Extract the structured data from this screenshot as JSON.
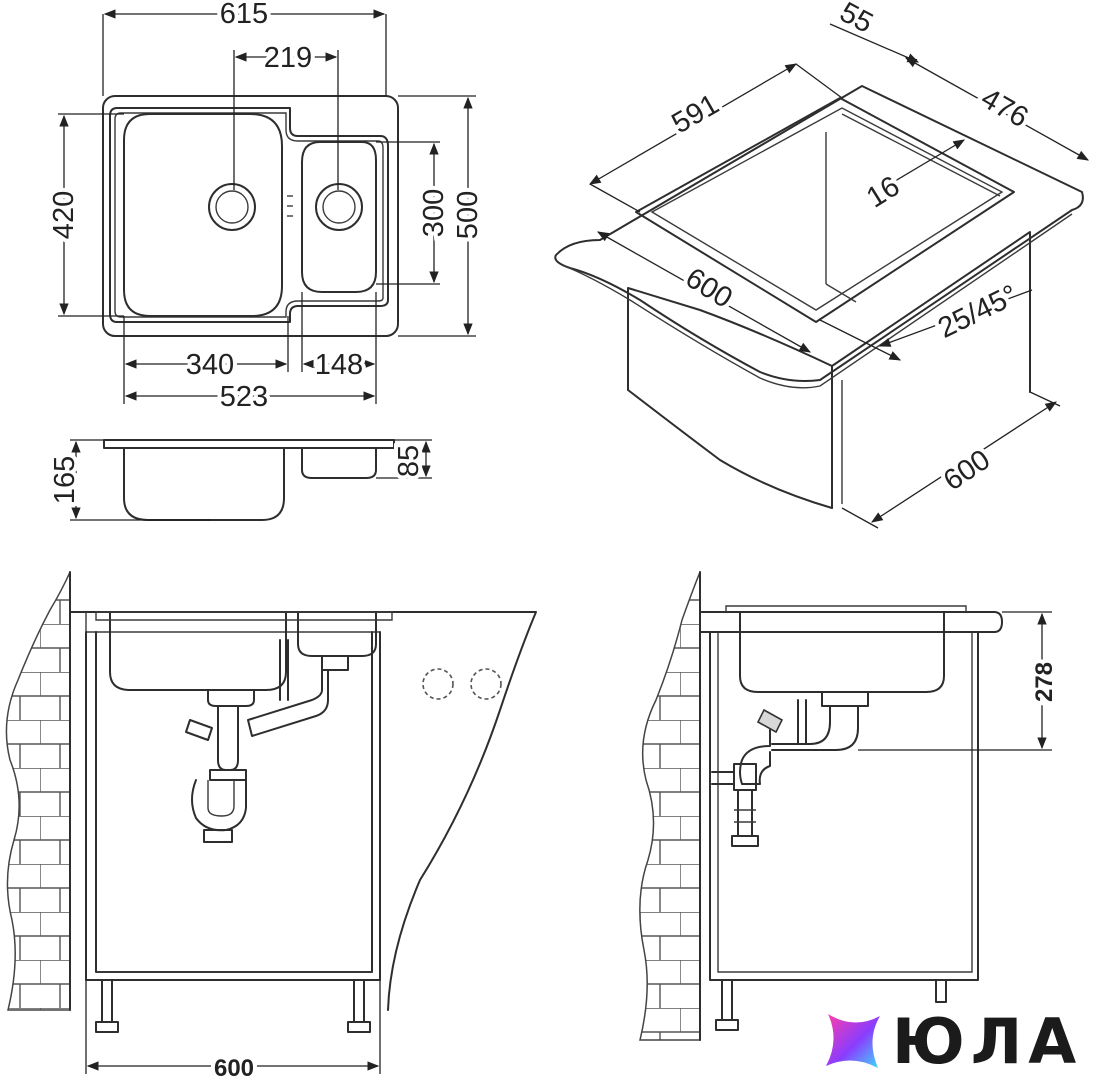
{
  "top_view": {
    "overall_width": "615",
    "bowl_spacing": "219",
    "overall_depth": "500",
    "main_bowl_depth": "420",
    "small_bowl_depth": "300",
    "main_bowl_width": "340",
    "small_bowl_width": "148",
    "bowls_total_width": "523"
  },
  "side_view": {
    "main_bowl_height": "165",
    "small_bowl_height": "85"
  },
  "iso_view": {
    "cutout_depth": "476",
    "cutout_width": "591",
    "offset": "55",
    "edge": "16",
    "worktop_width": "600",
    "bevel": "25/45°",
    "cabinet_depth": "600"
  },
  "front_view": {
    "cabinet_width": "600"
  },
  "section_view": {
    "siphon_height": "278"
  },
  "logo": {
    "text": "ЮЛА",
    "colors": [
      "#ff3da8",
      "#8a3dff",
      "#3ddcff"
    ]
  }
}
